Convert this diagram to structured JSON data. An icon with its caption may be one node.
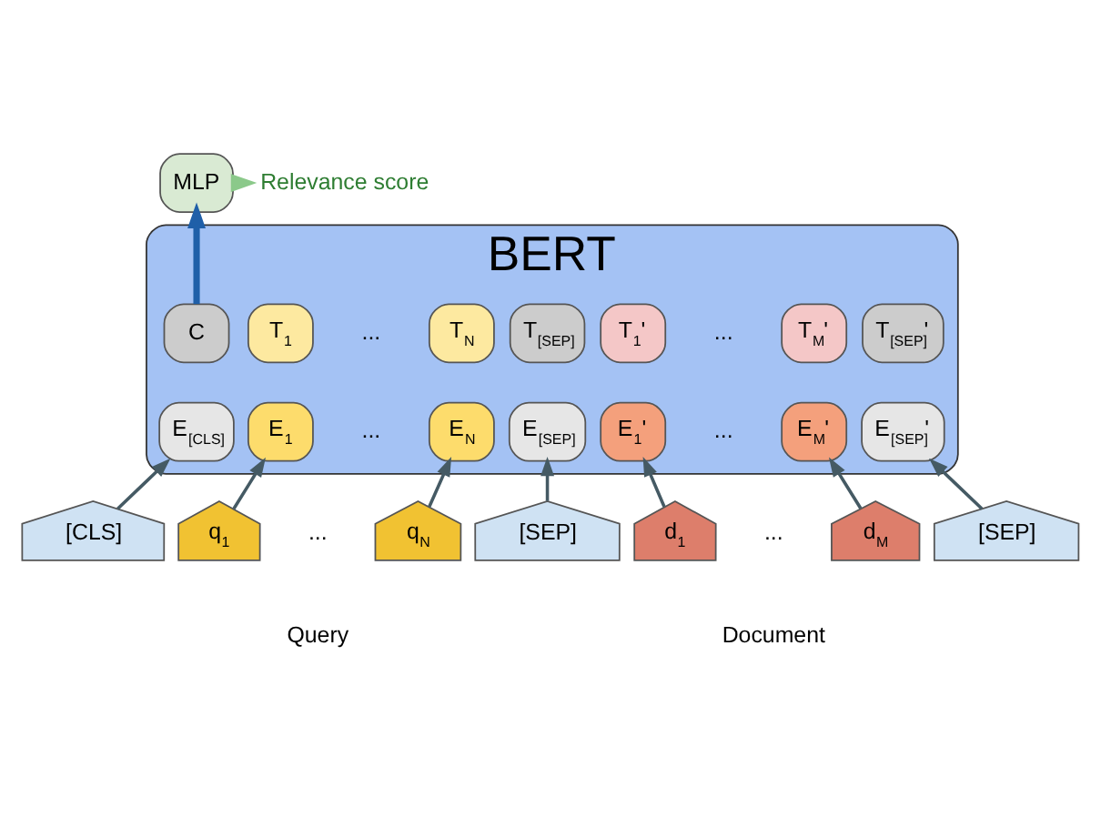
{
  "diagram": {
    "nodes": [
      {
        "text": [
          "MLP"
        ]
      },
      {
        "text": [
          "Relevance score"
        ]
      },
      {
        "text": [
          "BERT"
        ]
      },
      {
        "text": [
          "C"
        ],
        "in": 2
      },
      {
        "text": [
          "T$_{1}$"
        ],
        "in": 2
      },
      {
        "text": [
          "T$_{N}$"
        ],
        "in": 2
      },
      {
        "text": [
          "T$_{[SEP]}$"
        ],
        "in": 2
      },
      {
        "text": [
          "T$_{1}$'"
        ],
        "in": 2
      },
      {
        "text": [
          "T$_{M}$'"
        ],
        "in": 2
      },
      {
        "text": [
          "T$_{[SEP]}$'"
        ],
        "in": 2
      },
      {
        "text": [
          "E$_{[CLS]}$"
        ],
        "in": 2
      },
      {
        "text": [
          "E$_{1}$"
        ],
        "in": 2
      },
      {
        "text": [
          "E$_{N}$"
        ],
        "in": 2
      },
      {
        "text": [
          "E$_{[SEP]}$"
        ],
        "in": 2
      },
      {
        "text": [
          "E$_{1}$'"
        ],
        "in": 2
      },
      {
        "text": [
          "E$_{M}$'"
        ],
        "in": 2
      },
      {
        "text": [
          "E$_{[SEP]}$'"
        ],
        "in": 2
      },
      {
        "text": [
          "[CLS]"
        ]
      },
      {
        "text": [
          "q$_{1}$"
        ]
      },
      {
        "text": [
          "q$_{N}$"
        ]
      },
      {
        "text": [
          "[SEP]"
        ]
      },
      {
        "text": [
          "d$_{1}$"
        ]
      },
      {
        "text": [
          "d$_{M}$"
        ]
      },
      {
        "text": [
          "[SEP]"
        ]
      }
    ],
    "edges": [
      {
        "from": 3,
        "to": 0,
        "arrow": "to",
        "style": "thick",
        "color": "#1f5fa8"
      },
      {
        "from": 0,
        "to": 1,
        "arrow": "to",
        "style": "thick",
        "color": "#8bc98a"
      },
      {
        "from": 17,
        "to": 10,
        "arrow": "to"
      },
      {
        "from": 18,
        "to": 11,
        "arrow": "to"
      },
      {
        "from": 19,
        "to": 12,
        "arrow": "to"
      },
      {
        "from": 20,
        "to": 13,
        "arrow": "to"
      },
      {
        "from": 21,
        "to": 14,
        "arrow": "to"
      },
      {
        "from": 22,
        "to": 15,
        "arrow": "to"
      },
      {
        "from": 23,
        "to": 16,
        "arrow": "to"
      }
    ],
    "labels": [
      "...",
      "...",
      "...",
      "...",
      "...",
      "...",
      "Query",
      "Document"
    ]
  }
}
